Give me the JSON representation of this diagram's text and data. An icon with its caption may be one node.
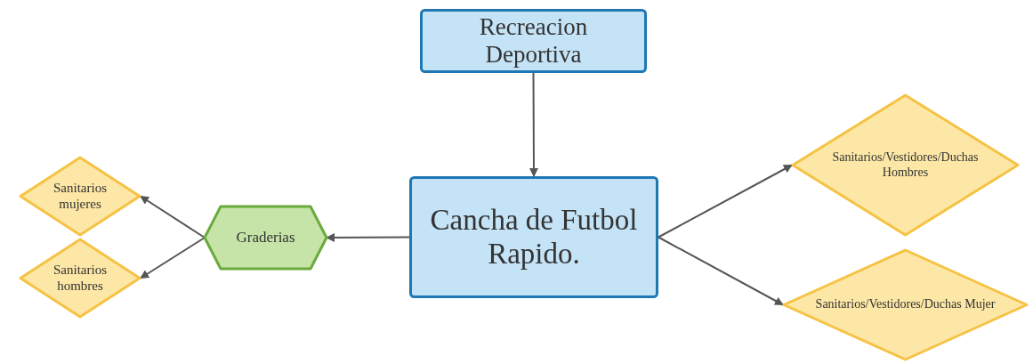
{
  "diagram": {
    "nodes": [
      {
        "text": [
          "Recreacion Deportiva"
        ]
      },
      {
        "text": [
          "Cancha de Futbol Rapido."
        ]
      },
      {
        "text": [
          "Graderias"
        ]
      },
      {
        "text": [
          "Sanitarios mujeres"
        ]
      },
      {
        "text": [
          "Sanitarios hombres"
        ]
      },
      {
        "text": [
          "Sanitarios/Vestidores/Duchas Hombres"
        ]
      },
      {
        "text": [
          "Sanitarios/Vestidores/Duchas Mujer"
        ]
      }
    ],
    "edges": [
      {
        "from": 0,
        "to": 1,
        "arrow": "to"
      },
      {
        "from": 1,
        "to": 2,
        "arrow": "to"
      },
      {
        "from": 1,
        "to": 5,
        "arrow": "to"
      },
      {
        "from": 1,
        "to": 6,
        "arrow": "to"
      },
      {
        "from": 2,
        "to": 3,
        "arrow": "to"
      },
      {
        "from": 2,
        "to": 4,
        "arrow": "to"
      }
    ]
  }
}
